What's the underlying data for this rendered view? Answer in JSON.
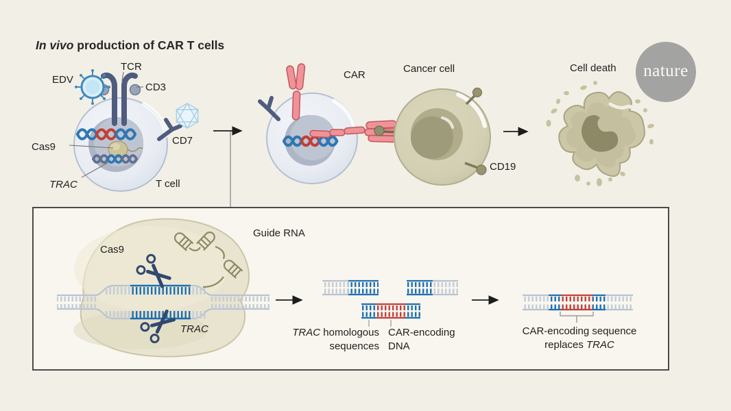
{
  "title": {
    "italic": "In vivo",
    "rest": " production of CAR T cells"
  },
  "brand": {
    "logo_text": "nature"
  },
  "top_panel": {
    "labels": {
      "edv": "EDV",
      "tcr": "TCR",
      "cd3": "CD3",
      "cas9": "Cas9",
      "trac": "TRAC",
      "cd7": "CD7",
      "t_cell": "T cell",
      "car": "CAR",
      "cancer_cell": "Cancer cell",
      "cd19": "CD19",
      "cell_death": "Cell death"
    }
  },
  "bottom_panel": {
    "labels": {
      "cas9": "Cas9",
      "guide_rna": "Guide RNA",
      "trac": "TRAC",
      "homologous_italic": "TRAC",
      "homologous_rest": " homologous",
      "homologous_line2": "sequences",
      "car_dna_line1": "CAR-encoding",
      "car_dna_line2": "DNA",
      "replace_line1": "CAR-encoding sequence",
      "replace_line2_rest": "replaces ",
      "replace_line2_italic": "TRAC"
    }
  },
  "icons": {
    "edv_virus": "edv-virus-icon",
    "cd7_capsid": "icosahedron-capsid-icon",
    "scissors": "cas9-scissors-icon"
  },
  "colors": {
    "background": "#f2efe6",
    "box_background": "#f8f6ee",
    "box_border": "#4a4a4a",
    "dna_gray": "#c3ccd8",
    "dna_blue": "#1e6fb2",
    "dna_red": "#c2403c",
    "car_pink": "#ef9398",
    "receptor_slate": "#4e5d7d",
    "guide_rna_olive": "#8c8a64",
    "cancer_olive": "#d2cfb3",
    "scissors_navy": "#31486e",
    "nature_gray": "#a3a3a1"
  }
}
